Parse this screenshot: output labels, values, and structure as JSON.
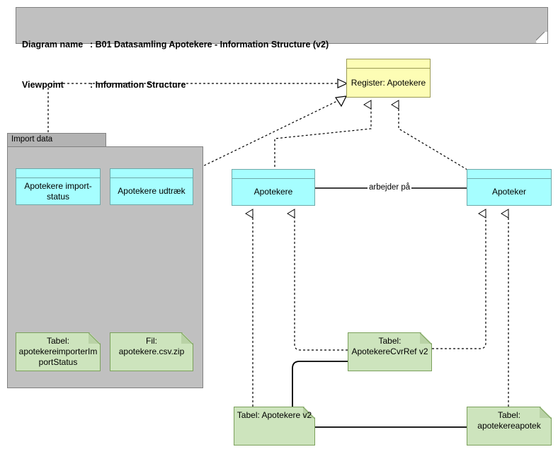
{
  "title_note": {
    "rows": [
      {
        "label": "Diagram name",
        "sep": ": ",
        "value": "B01 Datasamling Apotekere - Information Structure (v2)"
      },
      {
        "label": "Viewpoint",
        "sep": ": ",
        "value": "Information Structure"
      }
    ]
  },
  "package": {
    "name": "Import data"
  },
  "nodes": {
    "register_apotekere": {
      "label": "Register: Apotekere",
      "type": "register",
      "color": "#fdfdb5"
    },
    "apotekere_import_status": {
      "label": "Apotekere import-status",
      "type": "data-object",
      "color": "#a6feff"
    },
    "apotekere_udtraek": {
      "label": "Apotekere udtræk",
      "type": "data-object",
      "color": "#a6feff"
    },
    "apotekere": {
      "label": "Apotekere",
      "type": "data-object",
      "color": "#a6feff"
    },
    "apoteker": {
      "label": "Apoteker",
      "type": "data-object",
      "color": "#a6feff"
    },
    "tabel_apotekereimporterimportstatus": {
      "label": "Tabel: apotekereimporterImportStatus",
      "type": "note",
      "color": "#cde4bd"
    },
    "fil_apotekere_csv_zip": {
      "label": "Fil: apotekere.csv.zip",
      "type": "note",
      "color": "#cde4bd"
    },
    "tabel_apotekerecvrref_v2": {
      "label": "Tabel: ApotekereCvrRef v2",
      "type": "note",
      "color": "#cde4bd"
    },
    "tabel_apotekere_v2": {
      "label": "Tabel: Apotekere v2",
      "type": "note",
      "color": "#cde4bd"
    },
    "tabel_apotekereapotek": {
      "label": "Tabel: apotekereapotek",
      "type": "note",
      "color": "#cde4bd"
    }
  },
  "edges": {
    "arbejder_paa": {
      "label": "arbejder på",
      "from": "apotekere",
      "to": "apoteker",
      "style": "association"
    }
  },
  "colors": {
    "canvas": "#ffffff",
    "package_fill": "#c0c0c0",
    "package_tab": "#b3b3b3",
    "data_object": "#a6feff",
    "register": "#fdfdb5",
    "note": "#cde4bd",
    "line": "#000000"
  }
}
